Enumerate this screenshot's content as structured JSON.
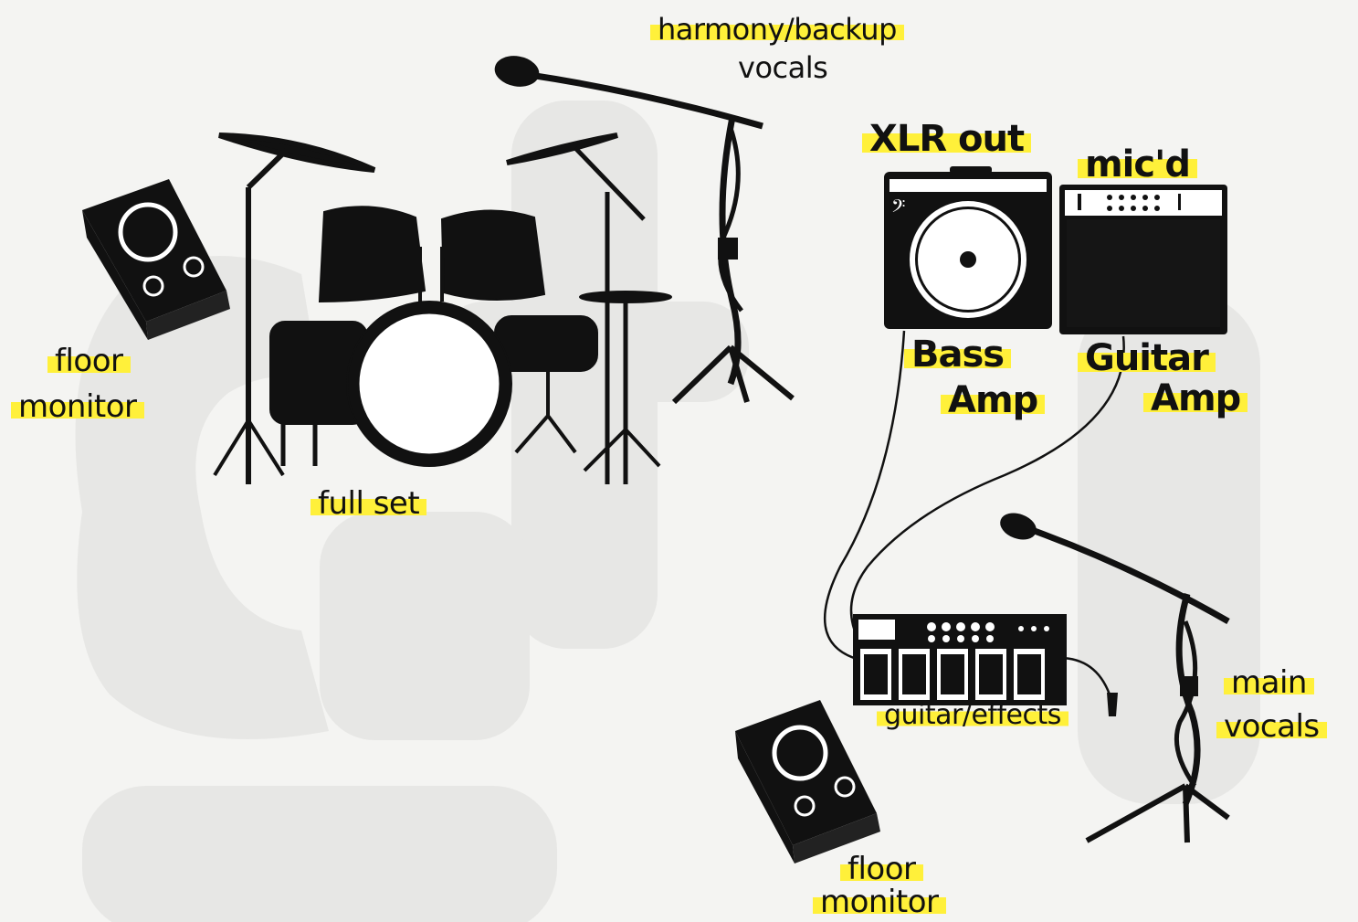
{
  "labels": {
    "floor_monitor_left_line1": "floor",
    "floor_monitor_left_line2": "monitor",
    "drums": "full set",
    "harmony_line1": "harmony/backup",
    "harmony_line2": "vocals",
    "xlr_out": "XLR out",
    "micd": "mic'd",
    "bass_amp_line1": "Bass",
    "bass_amp_line2": "Amp",
    "guitar_amp_line1": "Guitar",
    "guitar_amp_line2": "Amp",
    "effects": "guitar/effects",
    "main_vocals_line1": "main",
    "main_vocals_line2": "vocals",
    "floor_monitor_bottom_line1": "floor",
    "floor_monitor_bottom_line2": "monitor"
  },
  "icons": [
    "floor-monitor-icon",
    "drum-kit-icon",
    "microphone-stand-icon",
    "bass-amp-icon",
    "guitar-amp-icon",
    "effects-pedalboard-icon",
    "floor-monitor-icon",
    "microphone-stand-icon"
  ],
  "colors": {
    "highlight": "#fff03a",
    "ink": "#111111",
    "background": "#f4f4f2",
    "watermark": "#e6e6e4"
  }
}
